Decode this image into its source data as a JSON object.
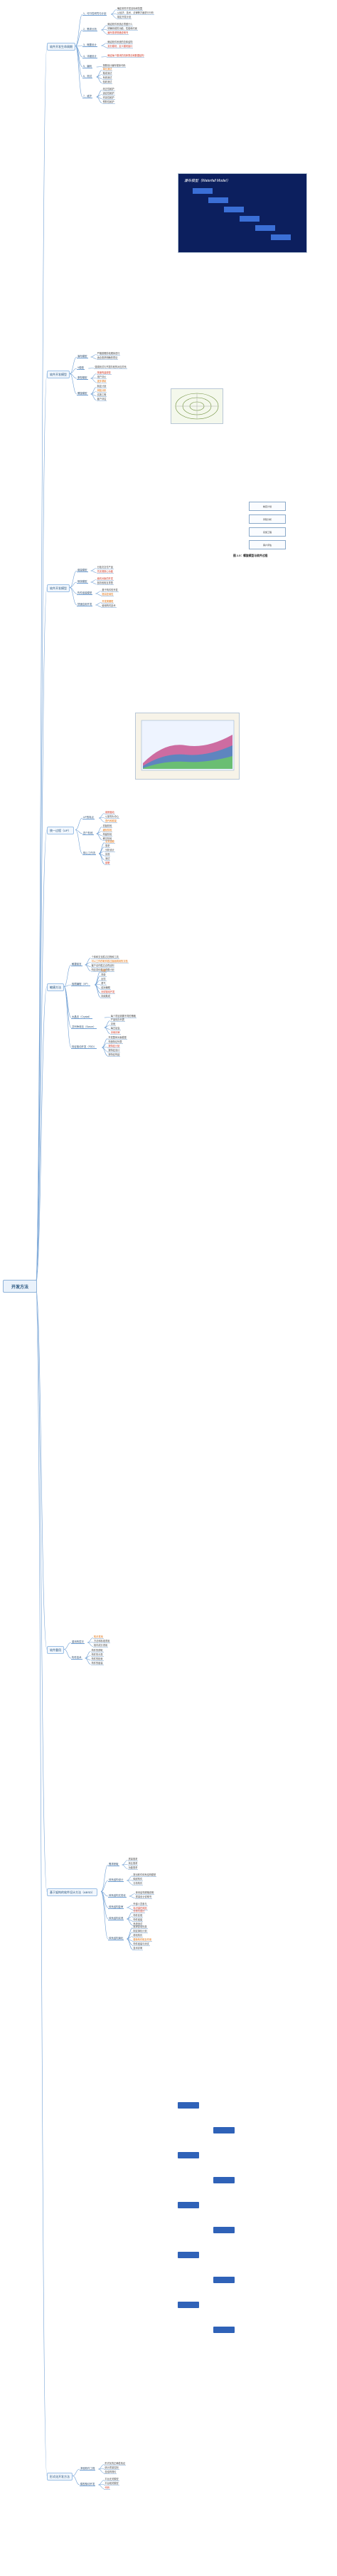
{
  "root": {
    "label": "开发方法"
  },
  "colors": {
    "branch_border": "#9cc0e6",
    "line": "#6f9fd4",
    "red": "#d0321d",
    "orange": "#e06a00",
    "blue_box": "#2f62b8"
  },
  "branches": [
    {
      "label": "软件开发生命周期",
      "subs": [
        {
          "label": "1、可行性研究与计划",
          "leaves": [
            "确定软件开发目标和范围",
            "从经济、技术、法律等方面进行分析",
            "制定开发计划"
          ]
        },
        {
          "label": "2、需求分析",
          "leaves": [
            "确定软件系统必须做什么",
            "明确系统的功能、性能和约束",
            "编写需求规格说明书"
          ]
        },
        {
          "label": "3、概要设计",
          "leaves": [
            "确定软件系统的总体结构",
            "划分模块，定义模块接口"
          ]
        },
        {
          "label": "4、详细设计",
          "leaves": [
            "确定每个模块的具体算法和数据结构"
          ]
        },
        {
          "label": "5、编码",
          "leaves": [
            "按照设计编写程序代码"
          ]
        },
        {
          "label": "6、测试",
          "leaves": [
            "单元测试",
            "集成测试",
            "系统测试",
            "验收测试"
          ]
        },
        {
          "label": "7、维护",
          "leaves": [
            "改正性维护",
            "适应性维护",
            "完善性维护",
            "预防性维护"
          ]
        }
      ]
    },
    {
      "label": "软件开发模型",
      "subs": [
        {
          "label": "瀑布模型",
          "leaves": [
            "严格按照阶段顺序进行",
            "适合需求明确的项目"
          ]
        },
        {
          "label": "V模型",
          "leaves": [
            "强调测试与开发阶段的对应关系"
          ]
        },
        {
          "label": "原型模型",
          "leaves": [
            "快速构建原型",
            "用户评价",
            "逐步求精"
          ]
        },
        {
          "label": "螺旋模型",
          "leaves": [
            "制定计划",
            "风险分析",
            "实施工程",
            "客户评估"
          ]
        }
      ]
    },
    {
      "label": "软件开发模型",
      "subs": [
        {
          "label": "增量模型",
          "leaves": [
            "分批次交付产品",
            "先实现核心功能"
          ]
        },
        {
          "label": "喷泉模型",
          "leaves": [
            "面向对象的开发",
            "各阶段相互重叠"
          ]
        },
        {
          "label": "构件组装模型",
          "leaves": [
            "基于构件的开发",
            "提高复用性"
          ]
        },
        {
          "label": "快速应用开发",
          "leaves": [
            "开发周期短",
            "使用构件技术"
          ]
        }
      ]
    },
    {
      "label": "统一过程（UP）",
      "subs": [
        {
          "label": "UP的特点",
          "leaves": [
            "用例驱动",
            "以架构为中心",
            "迭代和增量"
          ]
        },
        {
          "label": "四个阶段",
          "leaves": [
            "初始阶段",
            "细化阶段",
            "构建阶段",
            "移交阶段"
          ]
        },
        {
          "label": "核心工作流",
          "leaves": [
            "业务建模",
            "需求",
            "分析设计",
            "实现",
            "测试",
            "部署"
          ]
        }
      ]
    },
    {
      "label": "敏捷方法",
      "subs": [
        {
          "label": "敏捷宣言",
          "leaves": [
            "个体和交互胜过过程和工具",
            "可以工作的软件胜过面面俱到的文档",
            "客户合作胜过合同谈判",
            "响应变化胜过遵循计划"
          ]
        },
        {
          "label": "极限编程（XP）",
          "leaves": [
            "沟通",
            "简单",
            "反馈",
            "勇气",
            "结对编程",
            "测试驱动开发",
            "持续集成"
          ]
        },
        {
          "label": "水晶法（Crystal）",
          "leaves": [
            "每个项目需要不同的策略"
          ]
        },
        {
          "label": "并列争球法（Scrum）",
          "leaves": [
            "产品待办列表",
            "冲刺",
            "每日站会",
            "冲刺评审"
          ]
        },
        {
          "label": "特征驱动开发（FDD）",
          "leaves": [
            "开发整体对象模型",
            "构造特征列表",
            "按特征计划",
            "按特征设计",
            "按特征构建"
          ]
        }
      ]
    },
    {
      "label": "软件重用",
      "subs": [
        {
          "label": "重用的层次",
          "leaves": [
            "知识重用",
            "方法和标准重用",
            "软件成分重用"
          ]
        },
        {
          "label": "构件技术",
          "leaves": [
            "构件的获取",
            "构件的分类",
            "构件的检索",
            "构件的组装"
          ]
        }
      ]
    },
    {
      "label": "基于架构的软件设计方法（ABSD）",
      "subs": [
        {
          "label": "需求获取",
          "leaves": [
            "质量需求",
            "商业需求",
            "功能需求"
          ]
        },
        {
          "label": "体系结构设计",
          "leaves": [
            "提出软件体系结构模型",
            "映射构件",
            "分析构件"
          ]
        },
        {
          "label": "体系结构文档化",
          "leaves": [
            "体系结构规格说明",
            "质量设计说明书"
          ]
        },
        {
          "label": "体系结构复审",
          "leaves": [
            "外部人员参与",
            "标识潜在风险"
          ]
        },
        {
          "label": "体系结构实现",
          "leaves": [
            "分析与设计",
            "构件实现",
            "构件组装",
            "系统测试"
          ]
        },
        {
          "label": "体系结构演化",
          "leaves": [
            "需求变动归类",
            "制定演化计划",
            "修改构件",
            "更新构件相互作用",
            "构件组装与测试",
            "技术评审"
          ]
        }
      ]
    },
    {
      "label": "形式化开发方法",
      "subs": [
        {
          "label": "净室软件工程",
          "leaves": [
            "形式化的正确性验证",
            "统计质量控制",
            "盒结构规约"
          ]
        },
        {
          "label": "模型驱动开发",
          "leaves": [
            "平台无关模型",
            "平台相关模型",
            "代码"
          ]
        }
      ]
    }
  ],
  "figures": {
    "spiral_caption": "图 2-5：螺旋模型与软件过程",
    "spiral_steps": [
      "制定计划",
      "风险分析",
      "实施工程",
      "客户评估"
    ],
    "waterfall_title": "瀑布模型（Waterfall Model）"
  }
}
